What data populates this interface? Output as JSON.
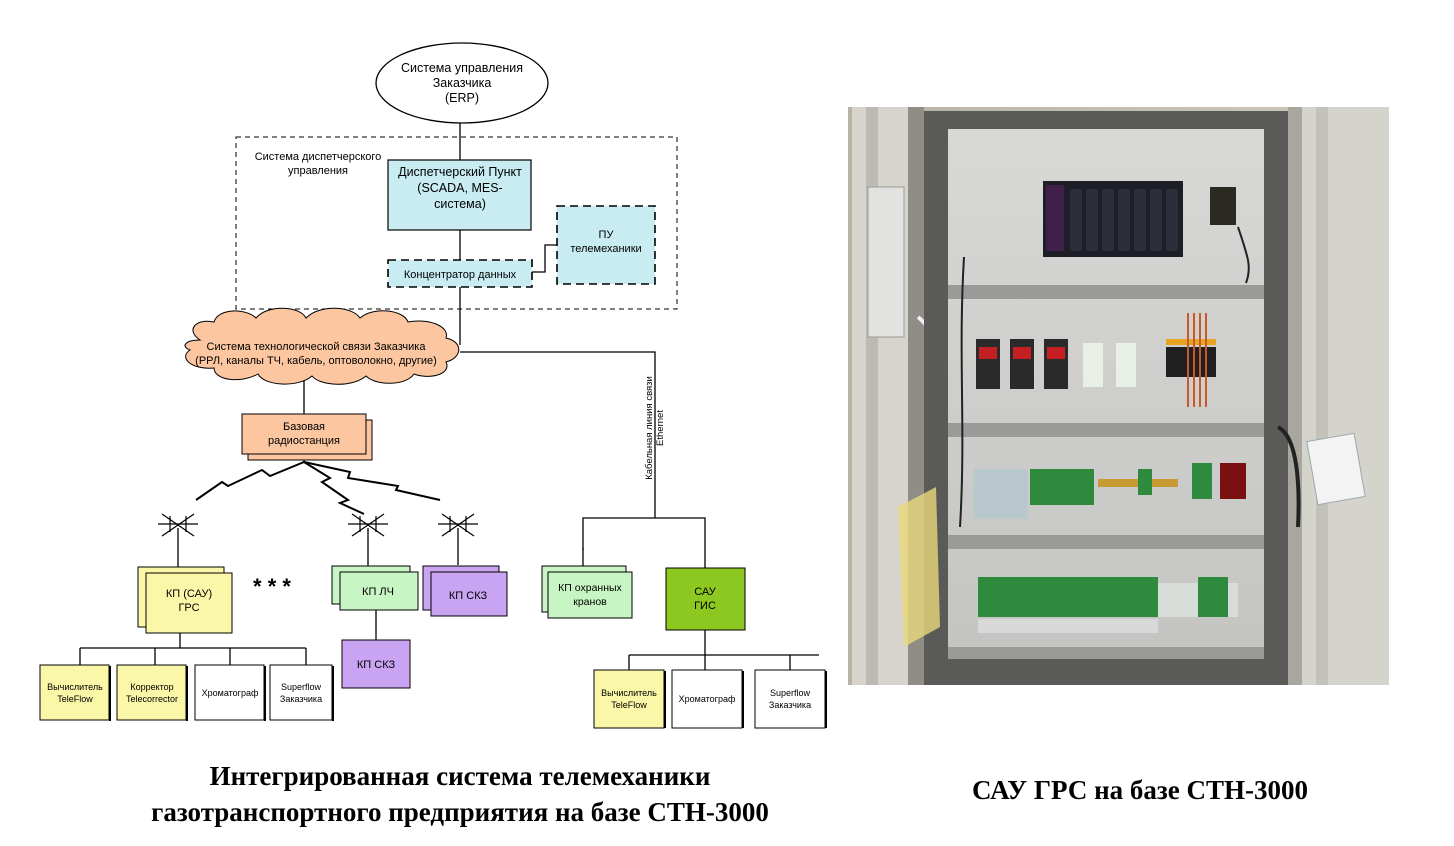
{
  "diagram": {
    "erp": [
      "Система управления",
      "Заказчика",
      "(ERP)"
    ],
    "dispatch_system": [
      "Система диспетчерского",
      "управления"
    ],
    "dispatch_point": [
      "Диспетчерский Пункт",
      "(SCADA, MES-",
      "система)"
    ],
    "pu": [
      "ПУ",
      "телемеханики"
    ],
    "concentrator": "Концентратор данных",
    "comm_system": [
      "Система технологической связи Заказчика",
      "(РРЛ, каналы ТЧ, кабель, оптоволокно, другие)"
    ],
    "cable_line": [
      "Кабельная линия связи",
      "Ethernet"
    ],
    "base_station": [
      "Базовая",
      "радиостанция"
    ],
    "kp_sau_grs": [
      "КП (САУ)",
      "ГРС"
    ],
    "ellipsis": "* * *",
    "kp_lch": "КП ЛЧ",
    "kp_skz_1": "КП СКЗ",
    "kp_skz_2": "КП СКЗ",
    "kp_guard": [
      "КП охранных",
      "кранов"
    ],
    "sau_gis": [
      "САУ",
      "ГИС"
    ],
    "left_devices": [
      [
        "Вычислитель",
        "TeleFlow"
      ],
      [
        "Корректор",
        "Telecorrector"
      ],
      [
        "Хроматограф"
      ],
      [
        "Superflow",
        "Заказчика"
      ]
    ],
    "right_devices": [
      [
        "Вычислитель",
        "TeleFlow"
      ],
      [
        "Хроматограф"
      ],
      [
        "Superflow",
        "Заказчика"
      ]
    ],
    "colors": {
      "cyan": "#c8ecf2",
      "orange": "#fbc6a0",
      "yellow": "#fbf7a8",
      "green": "#c8f5c4",
      "purple": "#c8a4f2",
      "olive": "#8cc820"
    }
  },
  "captions": {
    "left": [
      "Интегрированная система телемеханики",
      "газотранспортного предприятия на базе СТН-3000"
    ],
    "right": "САУ ГРС на базе СТН-3000"
  }
}
